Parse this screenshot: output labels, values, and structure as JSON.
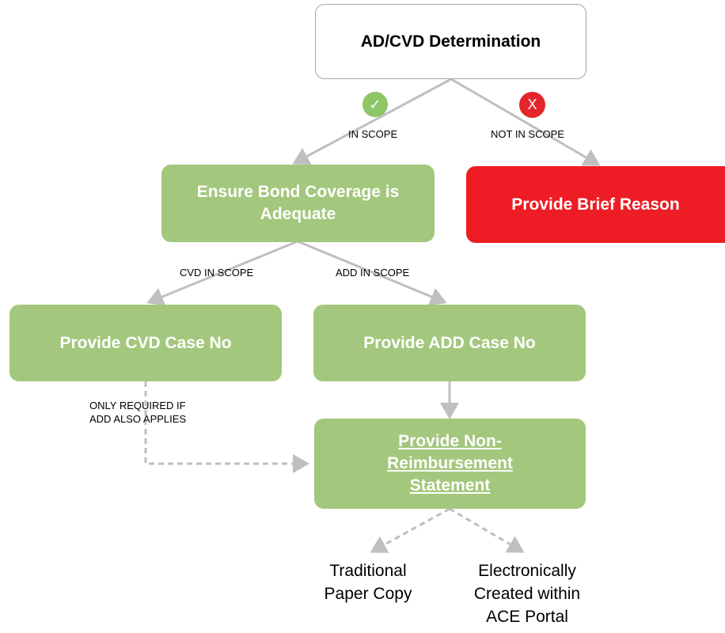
{
  "nodes": {
    "determination": "AD/CVD Determination",
    "bond_coverage": "Ensure Bond Coverage is Adequate",
    "brief_reason": "Provide Brief Reason",
    "cvd_case": "Provide CVD Case No",
    "add_case": "Provide ADD Case No",
    "non_reimbursement": "Provide Non-Reimbursement Statement"
  },
  "edges": {
    "in_scope": "IN SCOPE",
    "not_in_scope": "NOT IN SCOPE",
    "cvd_in_scope": "CVD IN SCOPE",
    "add_in_scope": "ADD IN SCOPE",
    "only_required": "ONLY REQUIRED IF ADD ALSO APPLIES"
  },
  "badges": {
    "check_icon": "✓",
    "cross_icon": "X"
  },
  "outcomes": {
    "paper": "Traditional Paper Copy",
    "electronic": "Electronically Created within ACE Portal"
  },
  "colors": {
    "green": "#a3c77c",
    "red": "#ee1c24",
    "connector": "#bfbfbf",
    "check_badge": "#8dc665",
    "cross_badge": "#e3262b"
  }
}
